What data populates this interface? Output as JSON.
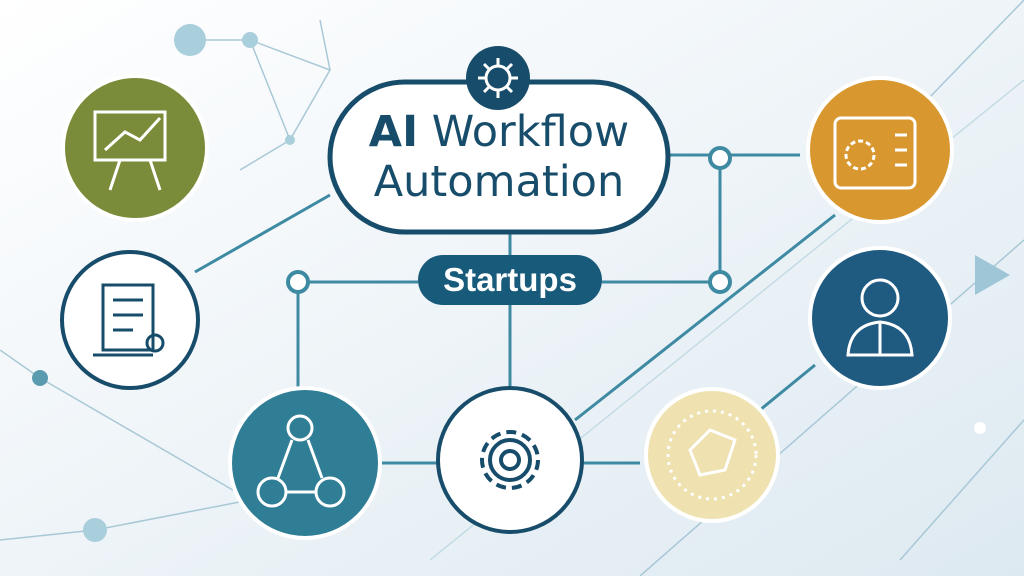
{
  "title": {
    "line1_bold": "AI",
    "line1_rest": "Workflow",
    "line2": "Automation"
  },
  "subtitle": "Startups",
  "colors": {
    "navy": "#175a7a",
    "teal": "#2f7e96",
    "olive": "#7a8c3a",
    "orange": "#d9982f",
    "cream": "#efe2b0",
    "line": "#5b9bb0"
  },
  "nodes": [
    {
      "icon": "analytics-board-icon"
    },
    {
      "icon": "document-settings-icon"
    },
    {
      "icon": "team-network-icon"
    },
    {
      "icon": "gear-icon"
    },
    {
      "icon": "robot-hand-icon"
    },
    {
      "icon": "browser-settings-icon"
    },
    {
      "icon": "person-icon"
    }
  ]
}
